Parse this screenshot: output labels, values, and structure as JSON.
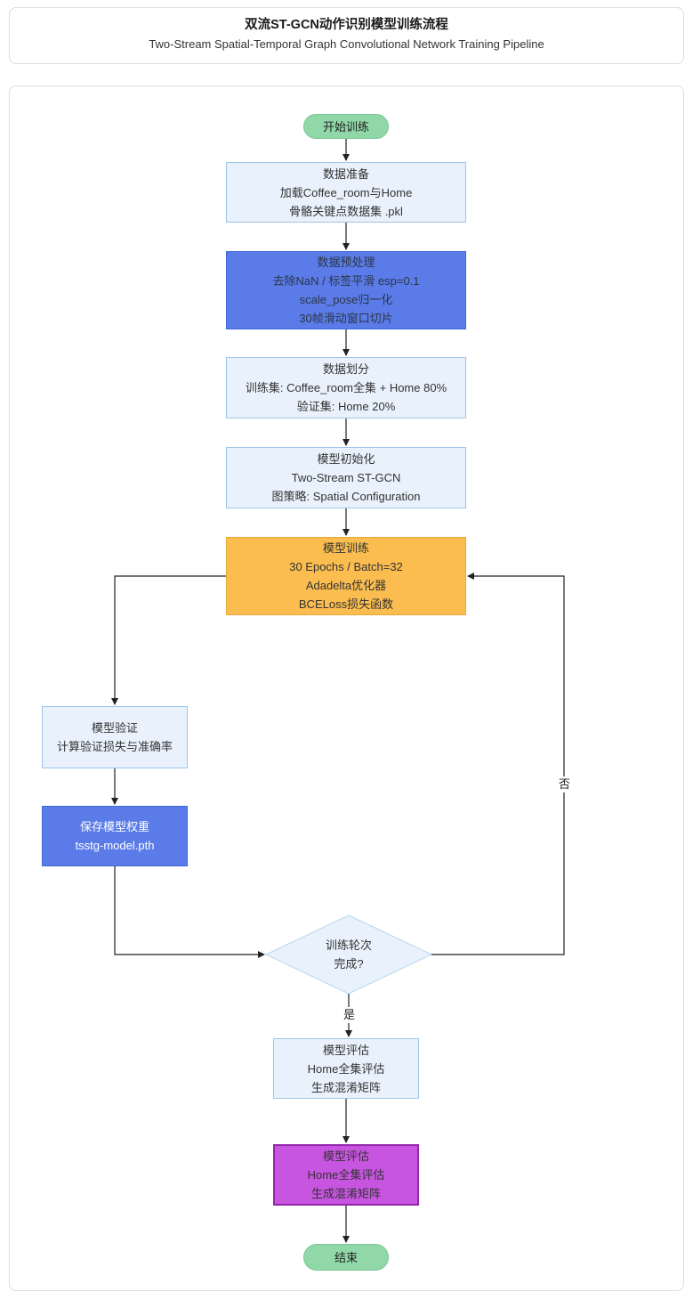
{
  "header": {
    "title_zh": "双流ST-GCN动作识别模型训练流程",
    "title_en": "Two-Stream Spatial-Temporal Graph Convolutional Network Training Pipeline"
  },
  "flowchart": {
    "nodes": {
      "start": {
        "label": "开始训练"
      },
      "data_prep": {
        "lines": [
          "数据准备",
          "加载Coffee_room与Home",
          "骨骼关键点数据集 .pkl"
        ]
      },
      "preprocess": {
        "lines": [
          "数据预处理",
          "去除NaN / 标签平滑 esp=0.1",
          "scale_pose归一化",
          "30帧滑动窗口切片"
        ]
      },
      "split": {
        "lines": [
          "数据划分",
          "训练集: Coffee_room全集 + Home 80%",
          "验证集: Home 20%"
        ]
      },
      "init": {
        "lines": [
          "模型初始化",
          "Two-Stream ST-GCN",
          "图策略: Spatial Configuration"
        ]
      },
      "train": {
        "lines": [
          "模型训练",
          "30 Epochs / Batch=32",
          "Adadelta优化器",
          "BCELoss损失函数"
        ]
      },
      "validate": {
        "lines": [
          "模型验证",
          "计算验证损失与准确率"
        ]
      },
      "save": {
        "lines": [
          "保存模型权重",
          "tsstg-model.pth"
        ]
      },
      "decision": {
        "lines": [
          "训练轮次",
          "完成?"
        ]
      },
      "eval_report": {
        "lines": [
          "模型评估",
          "Home全集评估",
          "生成混淆矩阵"
        ]
      },
      "eval_final": {
        "lines": [
          "模型评估",
          "Home全集评估",
          "生成混淆矩阵"
        ]
      },
      "end": {
        "label": "结束"
      }
    },
    "edge_labels": {
      "yes": "是",
      "no": "否"
    },
    "colors": {
      "start_end_fill": "#90d8a8",
      "process_light_fill": "#e9f2fc",
      "process_light_border": "#9fc5e8",
      "process_blue_fill": "#5b7ce8",
      "train_orange_fill": "#fbbd4f",
      "eval_magenta_fill": "#c855e0",
      "line": "#222222"
    }
  }
}
